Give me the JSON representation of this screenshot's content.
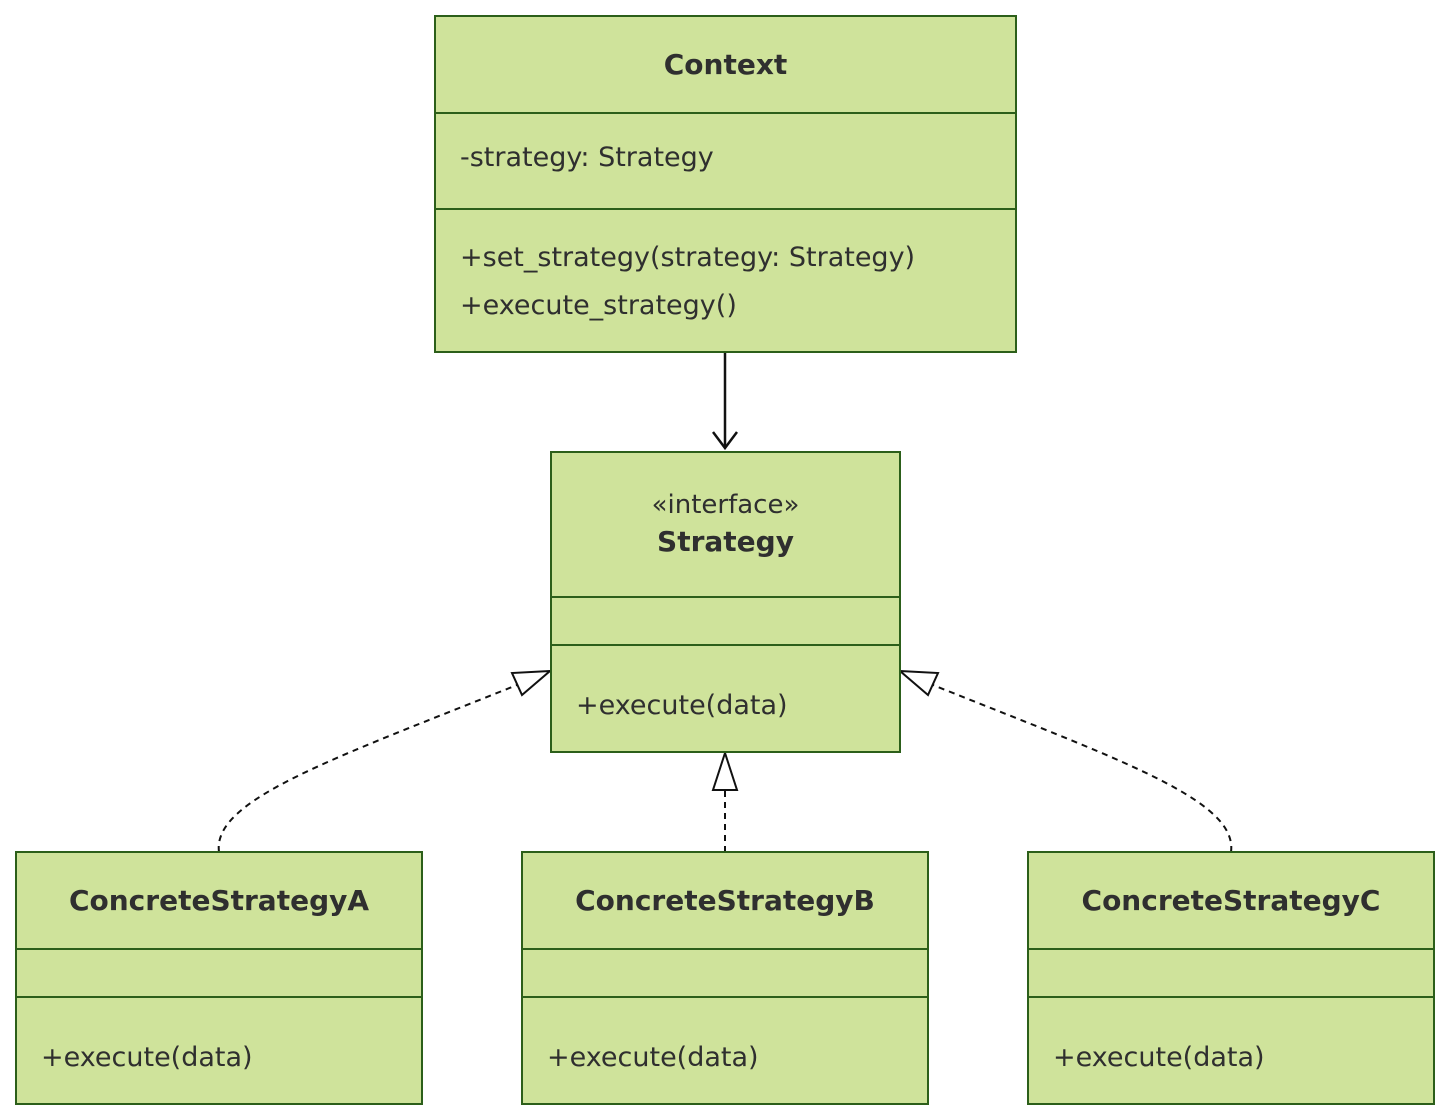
{
  "colors": {
    "class_fill": "#cfe39b",
    "class_border": "#2c5f1a",
    "text": "#2f2f2f",
    "edge": "#111111"
  },
  "classes": {
    "context": {
      "name": "Context",
      "attributes": [
        "-strategy: Strategy"
      ],
      "methods": [
        "+set_strategy(strategy: Strategy)",
        "+execute_strategy()"
      ]
    },
    "strategy": {
      "stereotype": "«interface»",
      "name": "Strategy",
      "methods": [
        "+execute(data)"
      ]
    },
    "concrete_a": {
      "name": "ConcreteStrategyA",
      "methods": [
        "+execute(data)"
      ]
    },
    "concrete_b": {
      "name": "ConcreteStrategyB",
      "methods": [
        "+execute(data)"
      ]
    },
    "concrete_c": {
      "name": "ConcreteStrategyC",
      "methods": [
        "+execute(data)"
      ]
    }
  },
  "relations": [
    {
      "from": "Context",
      "to": "Strategy",
      "type": "association"
    },
    {
      "from": "ConcreteStrategyA",
      "to": "Strategy",
      "type": "realization"
    },
    {
      "from": "ConcreteStrategyB",
      "to": "Strategy",
      "type": "realization"
    },
    {
      "from": "ConcreteStrategyC",
      "to": "Strategy",
      "type": "realization"
    }
  ]
}
